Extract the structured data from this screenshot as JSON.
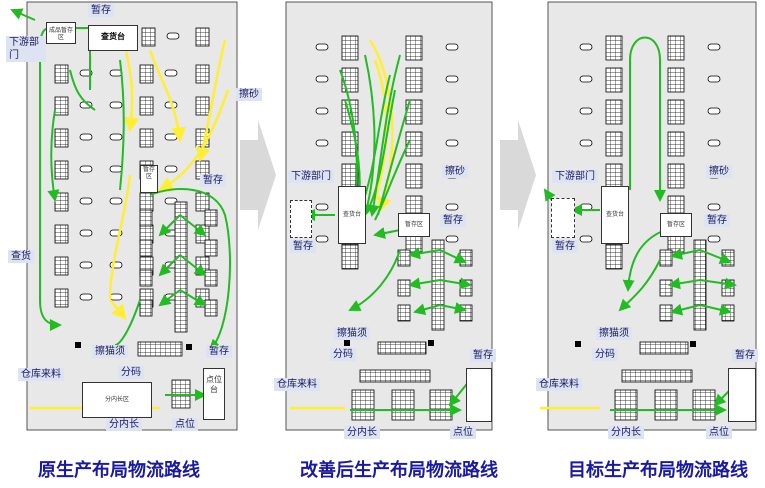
{
  "panels": [
    {
      "title": "原生产布局物流路线",
      "labels": {
        "tag_top": "暂存",
        "downstream": "下游部门",
        "sanding": "擦砂",
        "storage_mid": "暂存",
        "inspection": "查货",
        "deburr": "擦猫须",
        "storage_bottom": "暂存",
        "sorting": "分码",
        "warehouse": "仓库来料",
        "manager": "分内长",
        "point": "点位"
      },
      "boxes": {
        "finished": "成品暂存区",
        "check_table": "查货台",
        "sort_room": "分内长区",
        "point_table": "点位台",
        "small_label": "暂存区"
      }
    },
    {
      "title": "改善后生产布局物流路线",
      "labels": {
        "downstream": "下游部门",
        "storage_left": "暂存",
        "sanding": "擦砂",
        "storage_mid": "暂存",
        "deburr": "擦猫须",
        "sorting": "分码",
        "storage_bottom": "暂存",
        "warehouse": "仓库来料",
        "manager": "分内长",
        "point": "点位"
      },
      "boxes": {
        "check_table": "查货台",
        "box2": "暂存区"
      }
    },
    {
      "title": "目标生产布局物流路线",
      "labels": {
        "downstream": "下游部门",
        "storage_left": "暂存",
        "sanding": "擦砂",
        "storage_mid": "暂存",
        "deburr": "擦猫须",
        "sorting": "分码",
        "storage_bottom": "暂存",
        "warehouse": "仓库来料",
        "manager": "分内长",
        "point": "点位"
      },
      "boxes": {
        "check_table": "查货台",
        "box2": "暂存区"
      }
    }
  ],
  "colors": {
    "green_flow": "#22bb22",
    "yellow_flow": "#ffee33",
    "panel_bg": "#e8e8e8",
    "label_bg": "#dde3f2",
    "caption": "#1a1aa0"
  }
}
